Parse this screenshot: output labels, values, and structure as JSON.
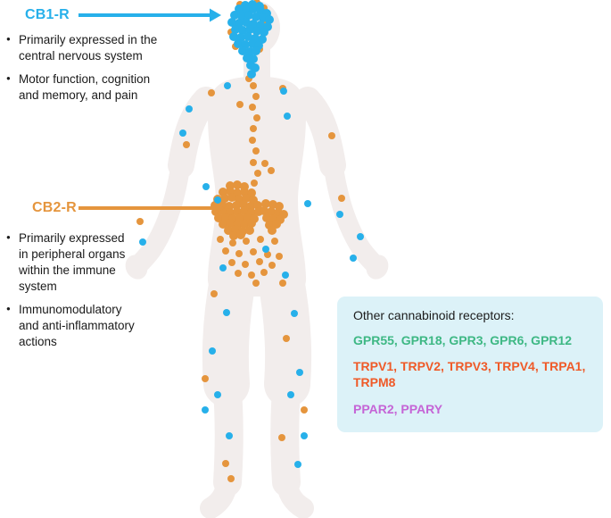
{
  "labels": {
    "cb1": {
      "title": "CB1-R",
      "bullets": [
        "Primarily expressed in the central nervous system",
        "Motor function, cognition and memory, and pain"
      ]
    },
    "cb2": {
      "title": "CB2-R",
      "bullets": [
        "Primarily expressed in peripheral organs within the immune system",
        "Immunomodulatory and anti-inflammatory actions"
      ]
    }
  },
  "receptor_box": {
    "title": "Other cannabinoid receptors:",
    "background": "#dcf2f8",
    "groups": [
      {
        "name": "gpr",
        "text": "GPR55, GPR18, GPR3, GPR6, GPR12",
        "color": "#3eb884"
      },
      {
        "name": "trp",
        "text": "TRPV1, TRPV2, TRPV3, TRPV4, TRPA1, TRPM8",
        "color": "#ef5a28"
      },
      {
        "name": "ppar",
        "text": "PPAR2, PPARY",
        "color": "#c565d6"
      }
    ]
  },
  "colors": {
    "cb1": "#27b0ea",
    "cb2": "#e5953d",
    "body": "#f2edec",
    "text": "#1a1a1a"
  },
  "arrows": {
    "cb1": {
      "from": [
        88,
        17
      ],
      "to": [
        248,
        17
      ]
    },
    "cb2": {
      "from": [
        88,
        233
      ],
      "to": [
        252,
        233
      ]
    }
  },
  "dots": {
    "cb1": {
      "cluster": [
        [
          275,
          6
        ],
        [
          283,
          5
        ],
        [
          291,
          7
        ],
        [
          268,
          10
        ],
        [
          276,
          11
        ],
        [
          284,
          10
        ],
        [
          292,
          12
        ],
        [
          299,
          15
        ],
        [
          263,
          17
        ],
        [
          271,
          18
        ],
        [
          279,
          17
        ],
        [
          287,
          19
        ],
        [
          295,
          20
        ],
        [
          302,
          22
        ],
        [
          260,
          25
        ],
        [
          268,
          26
        ],
        [
          276,
          25
        ],
        [
          284,
          27
        ],
        [
          292,
          28
        ],
        [
          300,
          30
        ],
        [
          264,
          33
        ],
        [
          272,
          34
        ],
        [
          280,
          33
        ],
        [
          288,
          35
        ],
        [
          296,
          36
        ],
        [
          262,
          41
        ],
        [
          270,
          42
        ],
        [
          278,
          41
        ],
        [
          286,
          43
        ],
        [
          294,
          44
        ],
        [
          267,
          49
        ],
        [
          275,
          50
        ],
        [
          283,
          49
        ],
        [
          290,
          51
        ],
        [
          272,
          57
        ],
        [
          280,
          58
        ],
        [
          287,
          57
        ],
        [
          277,
          65
        ],
        [
          284,
          66
        ],
        [
          281,
          73
        ],
        [
          286,
          76
        ],
        [
          282,
          83
        ]
      ],
      "scatter": [
        [
          255,
          96
        ],
        [
          318,
          102
        ],
        [
          212,
          122
        ],
        [
          322,
          130
        ],
        [
          205,
          149
        ],
        [
          231,
          209
        ],
        [
          244,
          224
        ],
        [
          345,
          228
        ],
        [
          381,
          240
        ],
        [
          160,
          271
        ],
        [
          404,
          265
        ],
        [
          396,
          289
        ],
        [
          298,
          279
        ],
        [
          250,
          300
        ],
        [
          320,
          308
        ],
        [
          254,
          350
        ],
        [
          330,
          351
        ],
        [
          238,
          393
        ],
        [
          336,
          417
        ],
        [
          244,
          442
        ],
        [
          326,
          442
        ],
        [
          230,
          459
        ],
        [
          257,
          488
        ],
        [
          341,
          488
        ],
        [
          334,
          520
        ]
      ]
    },
    "cb2": {
      "cluster": [
        [
          258,
          208
        ],
        [
          266,
          207
        ],
        [
          274,
          209
        ],
        [
          250,
          215
        ],
        [
          258,
          214
        ],
        [
          266,
          216
        ],
        [
          274,
          215
        ],
        [
          282,
          216
        ],
        [
          244,
          223
        ],
        [
          252,
          222
        ],
        [
          260,
          221
        ],
        [
          268,
          223
        ],
        [
          276,
          222
        ],
        [
          284,
          224
        ],
        [
          241,
          230
        ],
        [
          249,
          229
        ],
        [
          257,
          231
        ],
        [
          265,
          230
        ],
        [
          273,
          229
        ],
        [
          281,
          231
        ],
        [
          289,
          230
        ],
        [
          242,
          237
        ],
        [
          250,
          236
        ],
        [
          258,
          238
        ],
        [
          266,
          237
        ],
        [
          274,
          236
        ],
        [
          282,
          238
        ],
        [
          290,
          237
        ],
        [
          245,
          244
        ],
        [
          253,
          243
        ],
        [
          261,
          245
        ],
        [
          269,
          244
        ],
        [
          277,
          243
        ],
        [
          285,
          245
        ],
        [
          250,
          251
        ],
        [
          258,
          250
        ],
        [
          266,
          252
        ],
        [
          274,
          251
        ],
        [
          282,
          250
        ],
        [
          256,
          258
        ],
        [
          264,
          257
        ],
        [
          272,
          259
        ],
        [
          280,
          258
        ],
        [
          262,
          264
        ],
        [
          270,
          263
        ],
        [
          298,
          228
        ],
        [
          306,
          229
        ],
        [
          313,
          231
        ],
        [
          296,
          236
        ],
        [
          304,
          237
        ],
        [
          312,
          238
        ],
        [
          318,
          240
        ],
        [
          299,
          244
        ],
        [
          307,
          245
        ],
        [
          314,
          246
        ],
        [
          302,
          252
        ],
        [
          310,
          251
        ],
        [
          305,
          258
        ]
      ],
      "scatter": [
        [
          288,
          3
        ],
        [
          296,
          9
        ],
        [
          269,
          5
        ],
        [
          298,
          26
        ],
        [
          259,
          36
        ],
        [
          291,
          55
        ],
        [
          264,
          52
        ],
        [
          279,
          88
        ],
        [
          284,
          96
        ],
        [
          287,
          108
        ],
        [
          283,
          120
        ],
        [
          288,
          132
        ],
        [
          284,
          144
        ],
        [
          283,
          157
        ],
        [
          287,
          169
        ],
        [
          284,
          182
        ],
        [
          289,
          194
        ],
        [
          285,
          205
        ],
        [
          317,
          99
        ],
        [
          269,
          117
        ],
        [
          297,
          183
        ],
        [
          304,
          191
        ],
        [
          237,
          104
        ],
        [
          209,
          162
        ],
        [
          372,
          152
        ],
        [
          383,
          222
        ],
        [
          157,
          248
        ],
        [
          247,
          268
        ],
        [
          261,
          272
        ],
        [
          276,
          270
        ],
        [
          292,
          268
        ],
        [
          308,
          270
        ],
        [
          253,
          281
        ],
        [
          268,
          284
        ],
        [
          284,
          282
        ],
        [
          300,
          285
        ],
        [
          313,
          287
        ],
        [
          260,
          294
        ],
        [
          275,
          296
        ],
        [
          291,
          293
        ],
        [
          305,
          297
        ],
        [
          267,
          306
        ],
        [
          282,
          308
        ],
        [
          296,
          305
        ],
        [
          240,
          329
        ],
        [
          317,
          317
        ],
        [
          287,
          317
        ],
        [
          230,
          424
        ],
        [
          321,
          379
        ],
        [
          341,
          459
        ],
        [
          316,
          490
        ],
        [
          253,
          519
        ],
        [
          259,
          536
        ]
      ]
    }
  }
}
